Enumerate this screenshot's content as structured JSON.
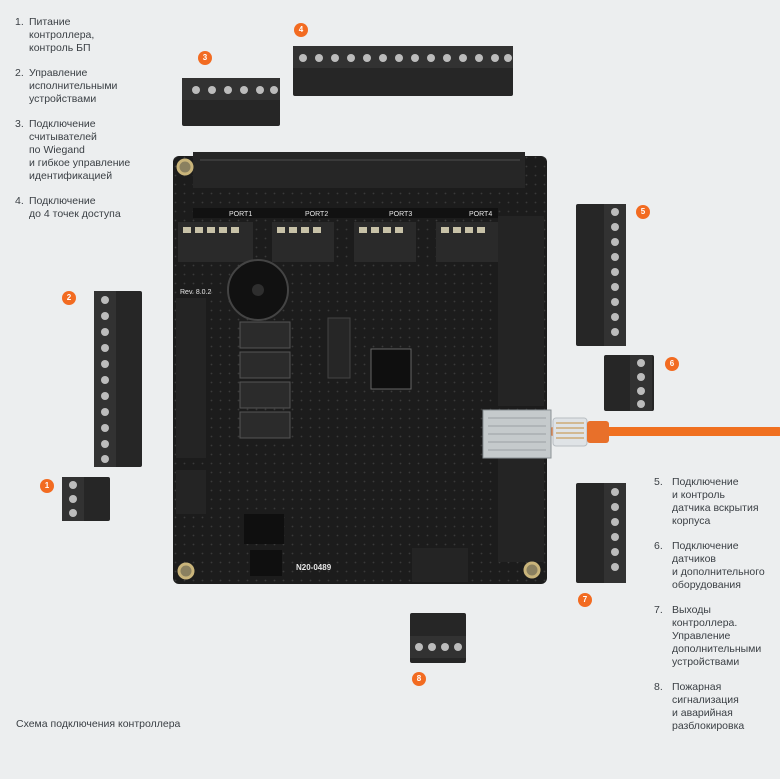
{
  "legend_left": [
    {
      "n": "1.",
      "text": "Питание\nконтроллера,\nконтроль БП"
    },
    {
      "n": "2.",
      "text": "Управление\nисполнительными\nустройствами"
    },
    {
      "n": "3.",
      "text": "Подключение\nсчитывателей\nпо Wiegand\nи гибкое управление\nидентификацией"
    },
    {
      "n": "4.",
      "text": "Подключение\nдо 4 точек доступа"
    }
  ],
  "legend_right": [
    {
      "n": "5.",
      "text": "Подключение\nи контроль\nдатчика вскрытия\nкорпуса"
    },
    {
      "n": "6.",
      "text": "Подключение\nдатчиков\nи дополнительного\nоборудования"
    },
    {
      "n": "7.",
      "text": "Выходы\nконтроллера.\nУправление\nдополнительными\nустройствами"
    },
    {
      "n": "8.",
      "text": "Пожарная\nсигнализация\nи аварийная\nразблокировка"
    }
  ],
  "badges": [
    "1",
    "2",
    "3",
    "4",
    "5",
    "6",
    "7",
    "8"
  ],
  "caption": "Схема подключения контроллера",
  "board": {
    "ports": [
      "PORT1",
      "PORT2",
      "PORT3",
      "PORT4"
    ],
    "rev": "Rev. 8.0.2",
    "model": "N20-0489"
  },
  "colors": {
    "accent": "#f26b21",
    "board": "#1c1c1c",
    "connector": "#232323",
    "cable": "#f07020"
  }
}
